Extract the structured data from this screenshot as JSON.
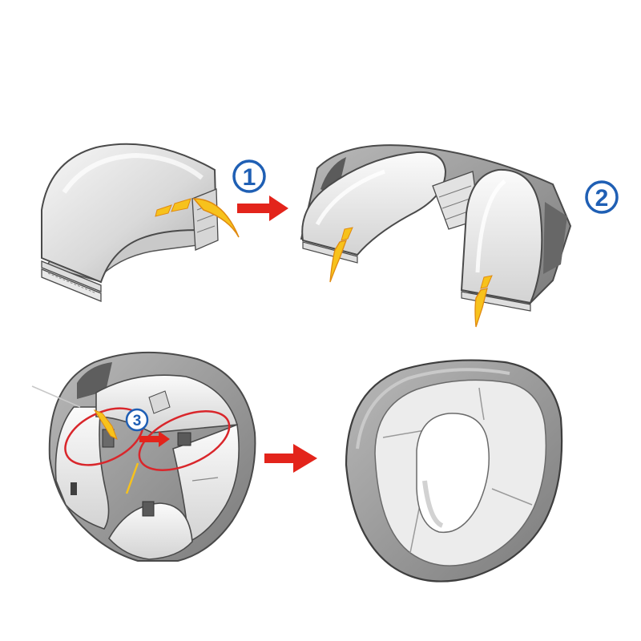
{
  "steps": [
    {
      "label": "1"
    },
    {
      "label": "2"
    },
    {
      "label": "3"
    }
  ],
  "colors": {
    "step_blue": "#1f5fb4",
    "arrow_red": "#e3241b",
    "hint_yellow": "#f7c21c",
    "hint_orange": "#f29a16",
    "circle_red": "#d9262b",
    "seat_light": "#e9e9e9",
    "seat_mid": "#c7c7c7",
    "seat_dark": "#6f6f6f",
    "outline": "#4a4a4a"
  },
  "icons": [
    "folded-seat",
    "unfolding-seat",
    "flat-seat-latches",
    "assembled-seat",
    "step-arrow",
    "fold-hint-arrow"
  ]
}
